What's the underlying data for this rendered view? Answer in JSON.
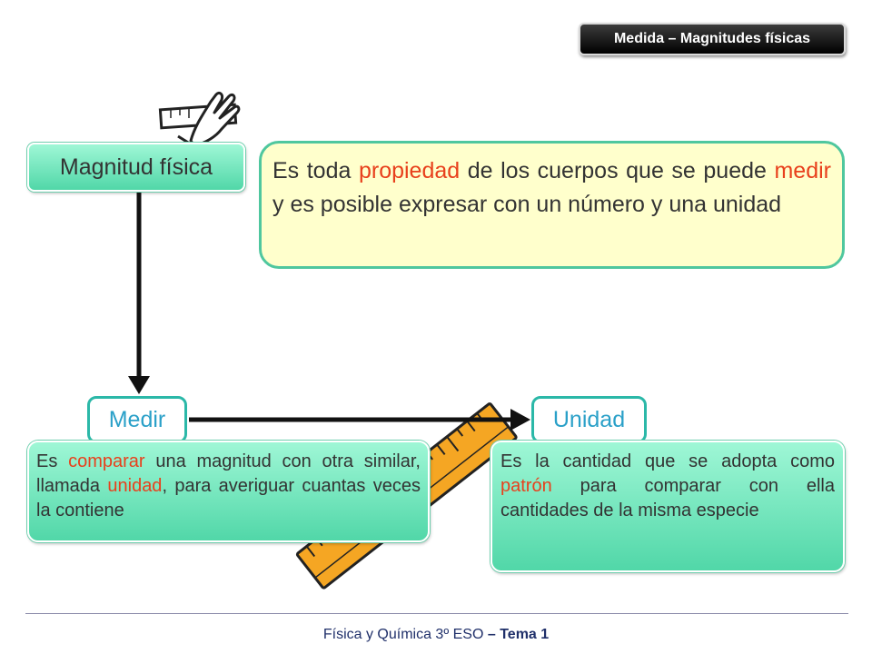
{
  "header": {
    "badge": "Medida – Magnitudes físicas"
  },
  "magnitud": {
    "label": "Magnitud física"
  },
  "definition": {
    "part1": "Es toda ",
    "word1": "propiedad",
    "part2": " de los cuerpos que se puede ",
    "word2": "medir",
    "part3": " y es posible expresar con un número y una unidad"
  },
  "medir": {
    "label": "Medir",
    "text1": "Es ",
    "hl1": "comparar",
    "text2": " una magnitud con otra similar, llamada ",
    "hl2": "unidad",
    "text3": ", para averiguar cuantas veces la contiene"
  },
  "unidad": {
    "label": "Unidad",
    "text1": "Es la cantidad que se adopta como ",
    "hl1": "patrón",
    "text2": " para comparar con ella cantidades de la misma especie"
  },
  "footer": {
    "course": "Física y Química 3º ESO",
    "dash": " – ",
    "topic": "Tema 1"
  },
  "colors": {
    "highlight": "#e8401c",
    "teal_text": "#2aa0c8",
    "green_box": "#51d7a8",
    "definition_bg": "#ffffcc",
    "ruler": "#f5a623"
  },
  "icons": [
    "hand-ruler-icon",
    "ruler-icon"
  ]
}
